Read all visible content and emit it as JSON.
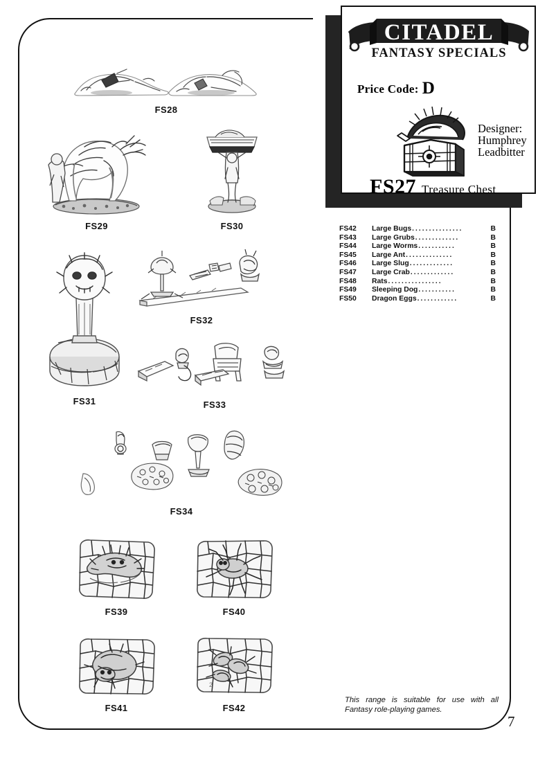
{
  "page": {
    "number": "7",
    "footer_note": "This range is suitable for use with all Fantasy role-playing games."
  },
  "info_box": {
    "brand": "CITADEL",
    "subtitle": "FANTASY SPECIALS",
    "price_code_label": "Price Code:",
    "price_code_value": "D",
    "designer_label": "Designer:",
    "designer_name_line1": "Humphrey",
    "designer_name_line2": "Leadbitter",
    "featured_code": "FS27",
    "featured_name": "Treasure Chest",
    "chest_icon": "treasure-chest-icon"
  },
  "price_list": [
    {
      "sku": "FS42",
      "name": "Large Bugs",
      "dots": "...............",
      "code": "B"
    },
    {
      "sku": "FS43",
      "name": "Large Grubs",
      "dots": ".............",
      "code": "B"
    },
    {
      "sku": "FS44",
      "name": "Large Worms",
      "dots": "...........",
      "code": "B"
    },
    {
      "sku": "FS45",
      "name": "Large Ant",
      "dots": "..............",
      "code": "B"
    },
    {
      "sku": "FS46",
      "name": "Large Slug",
      "dots": ".............",
      "code": "B"
    },
    {
      "sku": "FS47",
      "name": "Large Crab",
      "dots": ".............",
      "code": "B"
    },
    {
      "sku": "FS48",
      "name": "Rats",
      "dots": "................",
      "code": "B"
    },
    {
      "sku": "FS49",
      "name": "Sleeping Dog",
      "dots": "...........",
      "code": "B"
    },
    {
      "sku": "FS50",
      "name": "Dragon Eggs",
      "dots": "............",
      "code": "B"
    }
  ],
  "figures": [
    {
      "id": "fs28",
      "caption": "FS28"
    },
    {
      "id": "fs29",
      "caption": "FS29"
    },
    {
      "id": "fs30",
      "caption": "FS30"
    },
    {
      "id": "fs31",
      "caption": "FS31"
    },
    {
      "id": "fs32",
      "caption": "FS32"
    },
    {
      "id": "fs33",
      "caption": "FS33"
    },
    {
      "id": "fs34",
      "caption": "FS34"
    },
    {
      "id": "fs39",
      "caption": "FS39"
    },
    {
      "id": "fs40",
      "caption": "FS40"
    },
    {
      "id": "fs41",
      "caption": "FS41"
    },
    {
      "id": "fs42",
      "caption": "FS42"
    }
  ]
}
